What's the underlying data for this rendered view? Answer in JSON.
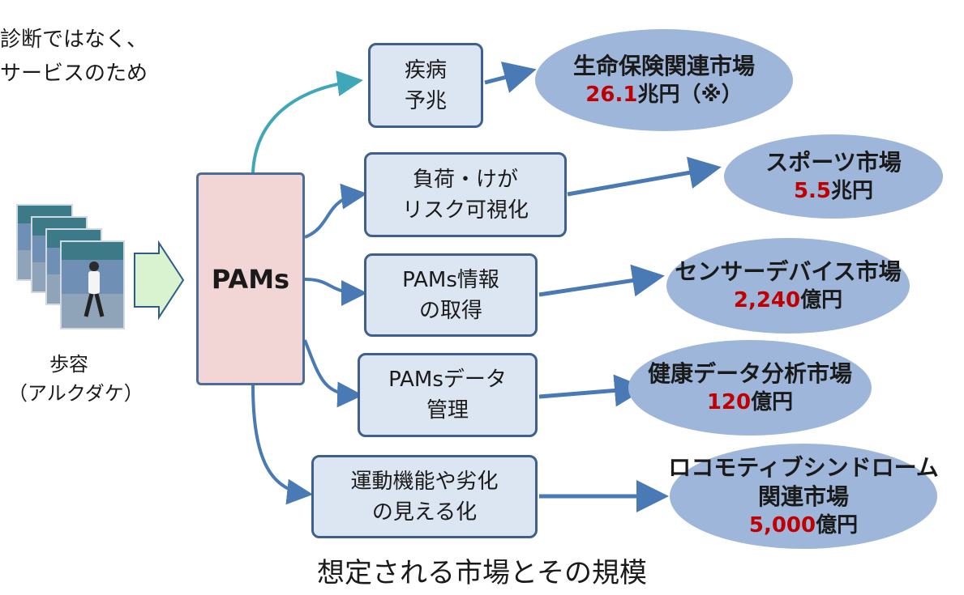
{
  "top_note": {
    "line1": "診断ではなく、",
    "line2": "サービスのため"
  },
  "walker": {
    "label": "歩容\n（アルクダケ）"
  },
  "center": {
    "label": "PAMs"
  },
  "process_boxes": [
    {
      "label": "疾病\n予兆"
    },
    {
      "label": "負荷・けが\nリスク可視化"
    },
    {
      "label": "PAMs情報\nの取得"
    },
    {
      "label": "PAMsデータ\n管理"
    },
    {
      "label": "運動機能や劣化\nの見える化"
    }
  ],
  "markets": [
    {
      "title": "生命保険関連市場",
      "value_num": "26.1",
      "value_unit": "兆円（※）"
    },
    {
      "title": "スポーツ市場",
      "value_num": "5.5",
      "value_unit": "兆円"
    },
    {
      "title": "センサーデバイス市場",
      "value_num": "2,240",
      "value_unit": "億円"
    },
    {
      "title": "健康データ分析市場",
      "value_num": "120",
      "value_unit": "億円"
    },
    {
      "title": "ロコモティブシンドローム\n関連市場",
      "value_num": "5,000",
      "value_unit": "億円"
    }
  ],
  "caption": "想定される市場とその規模",
  "colors": {
    "box_fill": "#dce6f2",
    "box_border": "#3f5f8c",
    "center_fill": "#f2d6d6",
    "ellipse_fill": "#9db6d9",
    "arrow": "#4a7ab5",
    "arrow_teal": "#3fa7b8",
    "value_red": "#c00000",
    "input_arrow": "#d9f2d0"
  }
}
